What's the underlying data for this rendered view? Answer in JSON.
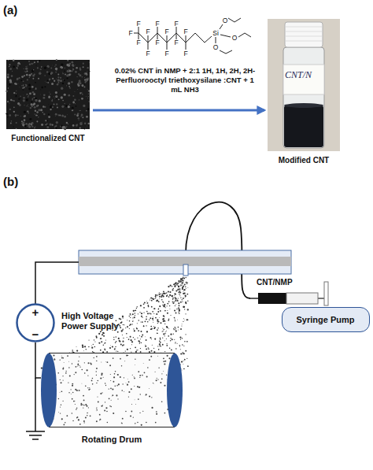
{
  "diagram": {
    "nodes": [
      {
        "text": [
          "Functionalized CNT"
        ]
      },
      {
        "text": [
          "Modified CNT"
        ]
      },
      {
        "text": [
          "CNT/NMP"
        ]
      },
      {
        "text": [
          "Syringe Pump"
        ]
      },
      {
        "text": [
          "High Voltage Power Supply"
        ]
      },
      {
        "text": [
          "Rotating Drum"
        ]
      }
    ],
    "edges": [
      {
        "from": 0,
        "to": 1,
        "arrow": "to",
        "label": "0.02% CNT in NMP + 2:1 1H, 1H, 2H, 2H-Perfluorooctyl triethoxysilane :CNT + 1 mL NH3"
      },
      {
        "from": 4,
        "to": 5,
        "arrow": "none"
      }
    ],
    "labels": [
      "(a)",
      "F",
      "F",
      "F",
      "F",
      "F",
      "F",
      "F",
      "F",
      "F",
      "F",
      "F",
      "F",
      "F",
      "Si",
      "O",
      "O",
      "O",
      "CNT/N",
      "(b)",
      "+",
      "−"
    ]
  }
}
